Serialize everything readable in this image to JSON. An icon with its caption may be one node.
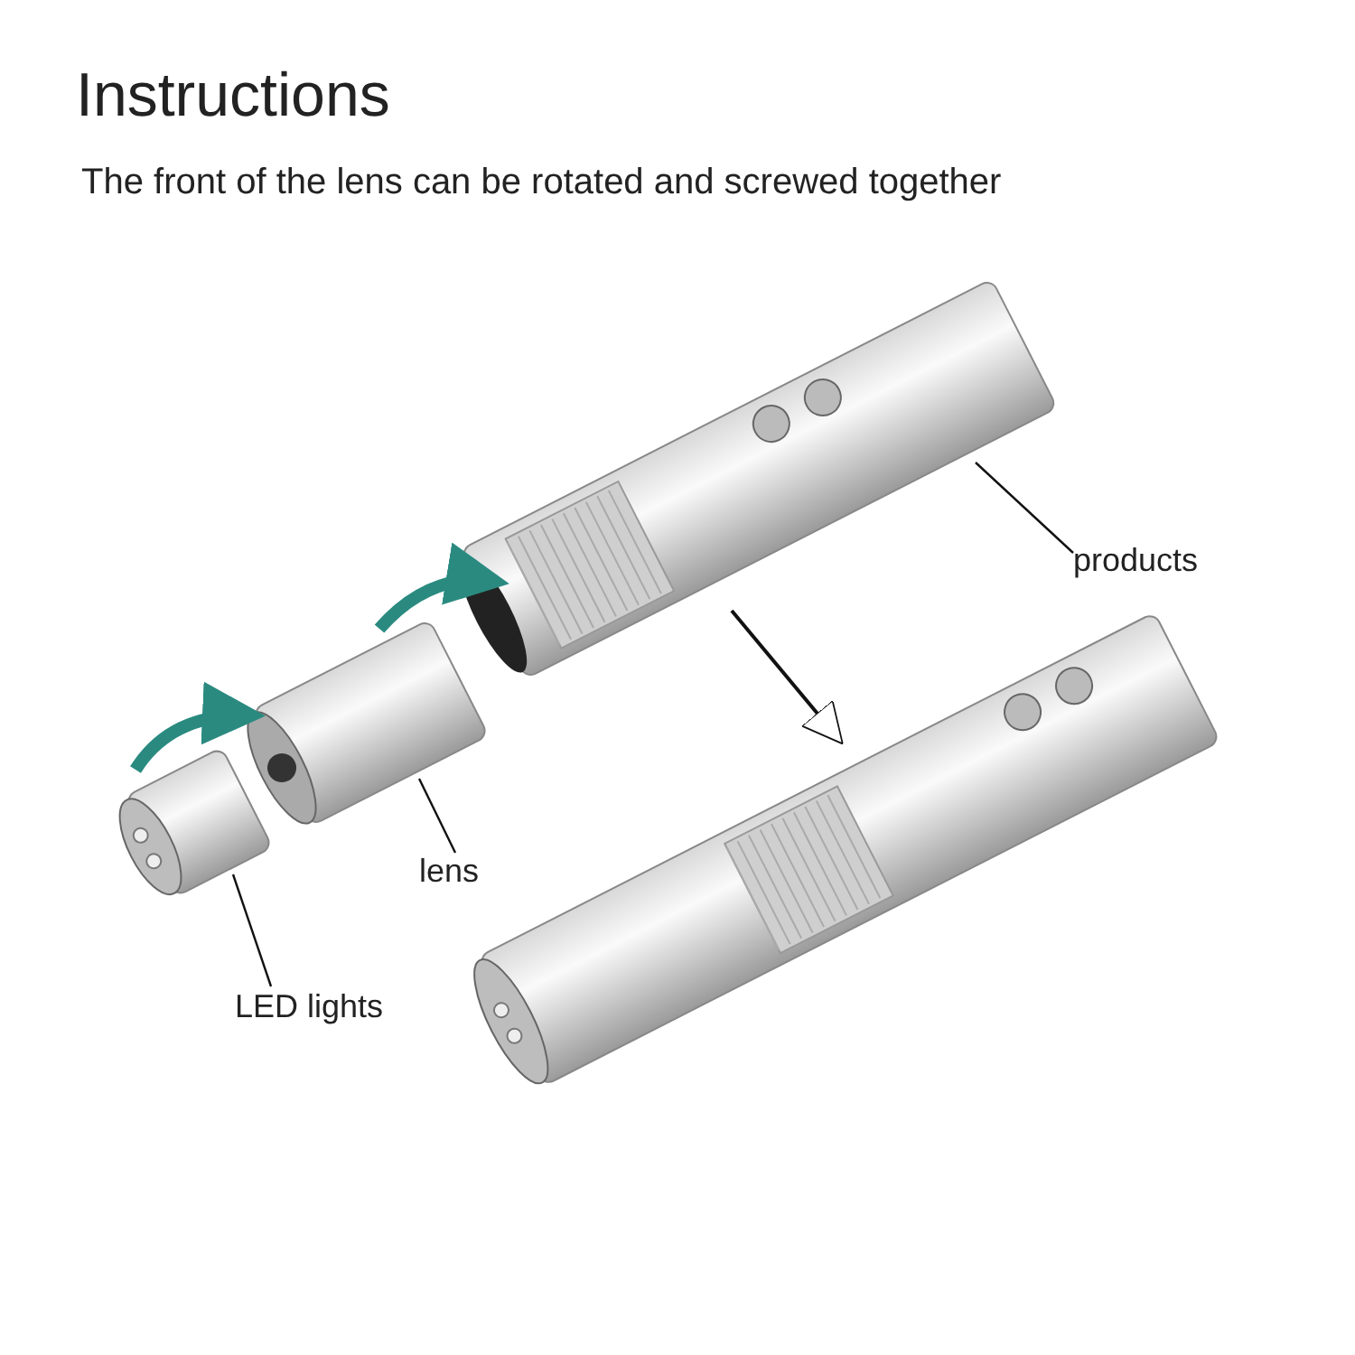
{
  "diagram": {
    "title": "Instructions",
    "nodes": [
      {
        "text": [
          "products"
        ]
      },
      {
        "text": [],
        "shape": "picture"
      },
      {
        "text": [
          "lens"
        ]
      },
      {
        "text": [],
        "shape": "picture"
      },
      {
        "text": [
          "LED lights"
        ]
      },
      {
        "text": [],
        "shape": "picture"
      },
      {
        "text": [],
        "shape": "picture"
      }
    ],
    "edges": [
      {
        "from": 0,
        "to": 1,
        "arrow": "none"
      },
      {
        "from": 2,
        "to": 3,
        "arrow": "none"
      },
      {
        "from": 4,
        "to": 5,
        "arrow": "none"
      },
      {
        "from": 5,
        "to": 3,
        "arrow": "to",
        "color": "#2a8a80",
        "style": "thick"
      },
      {
        "from": 3,
        "to": 1,
        "arrow": "to",
        "color": "#2a8a80",
        "style": "thick"
      },
      {
        "from": 1,
        "to": 6,
        "arrow": "to"
      }
    ],
    "labels": [
      "The front of the lens can be rotated and screwed together"
    ]
  }
}
